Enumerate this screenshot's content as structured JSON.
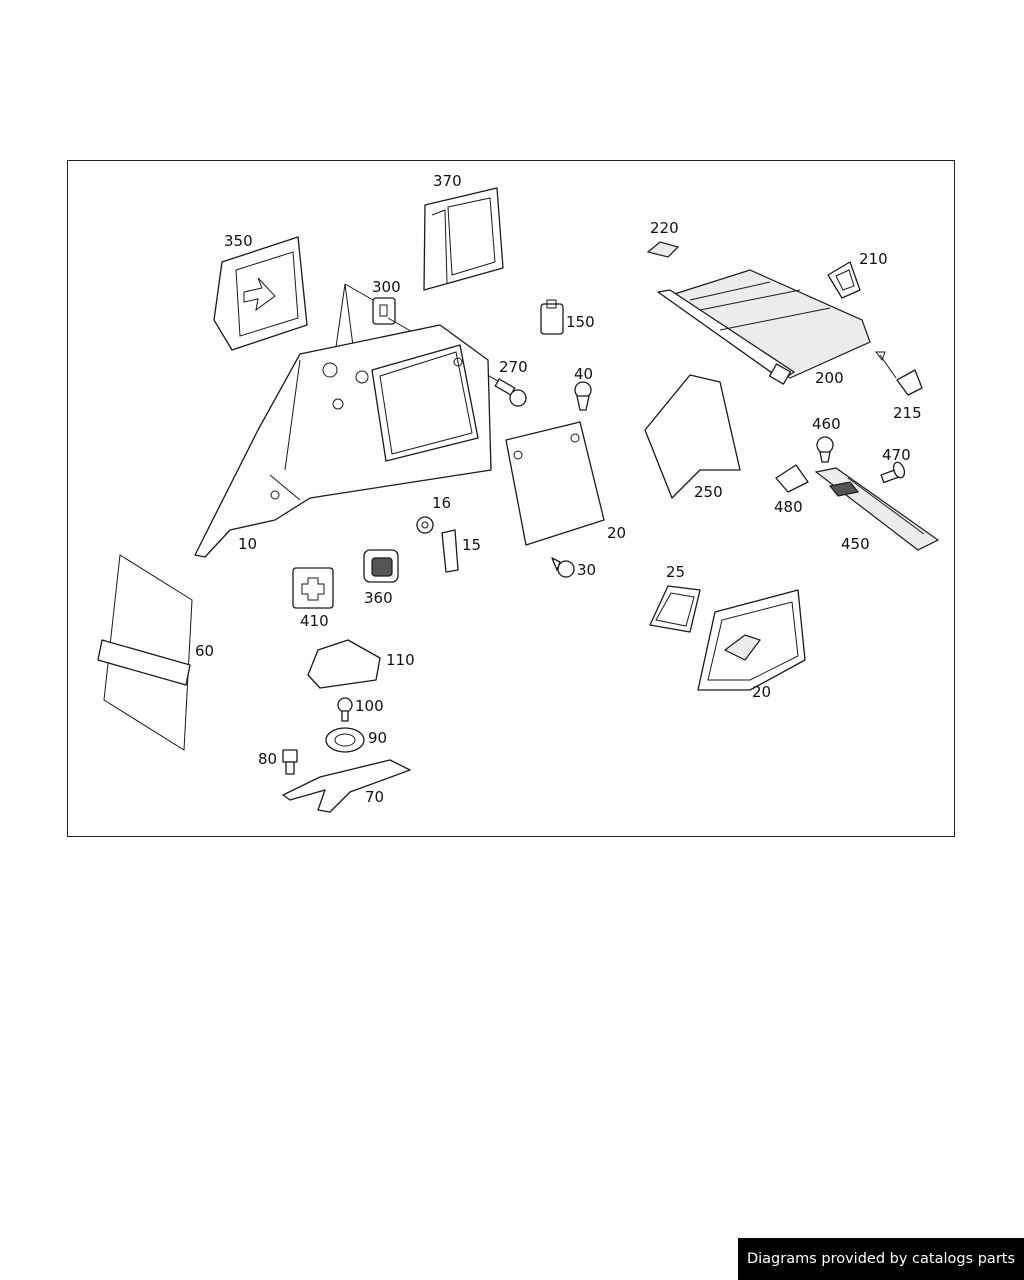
{
  "diagram": {
    "callouts": [
      "370",
      "350",
      "300",
      "270",
      "150",
      "40",
      "220",
      "210",
      "200",
      "215",
      "10",
      "16",
      "15",
      "20",
      "250",
      "460",
      "470",
      "480",
      "450",
      "360",
      "410",
      "30",
      "25",
      "60",
      "110",
      "100",
      "90",
      "80",
      "70"
    ],
    "callout_20b": "20"
  },
  "footer": {
    "credit": "Diagrams provided by catalogs parts"
  }
}
